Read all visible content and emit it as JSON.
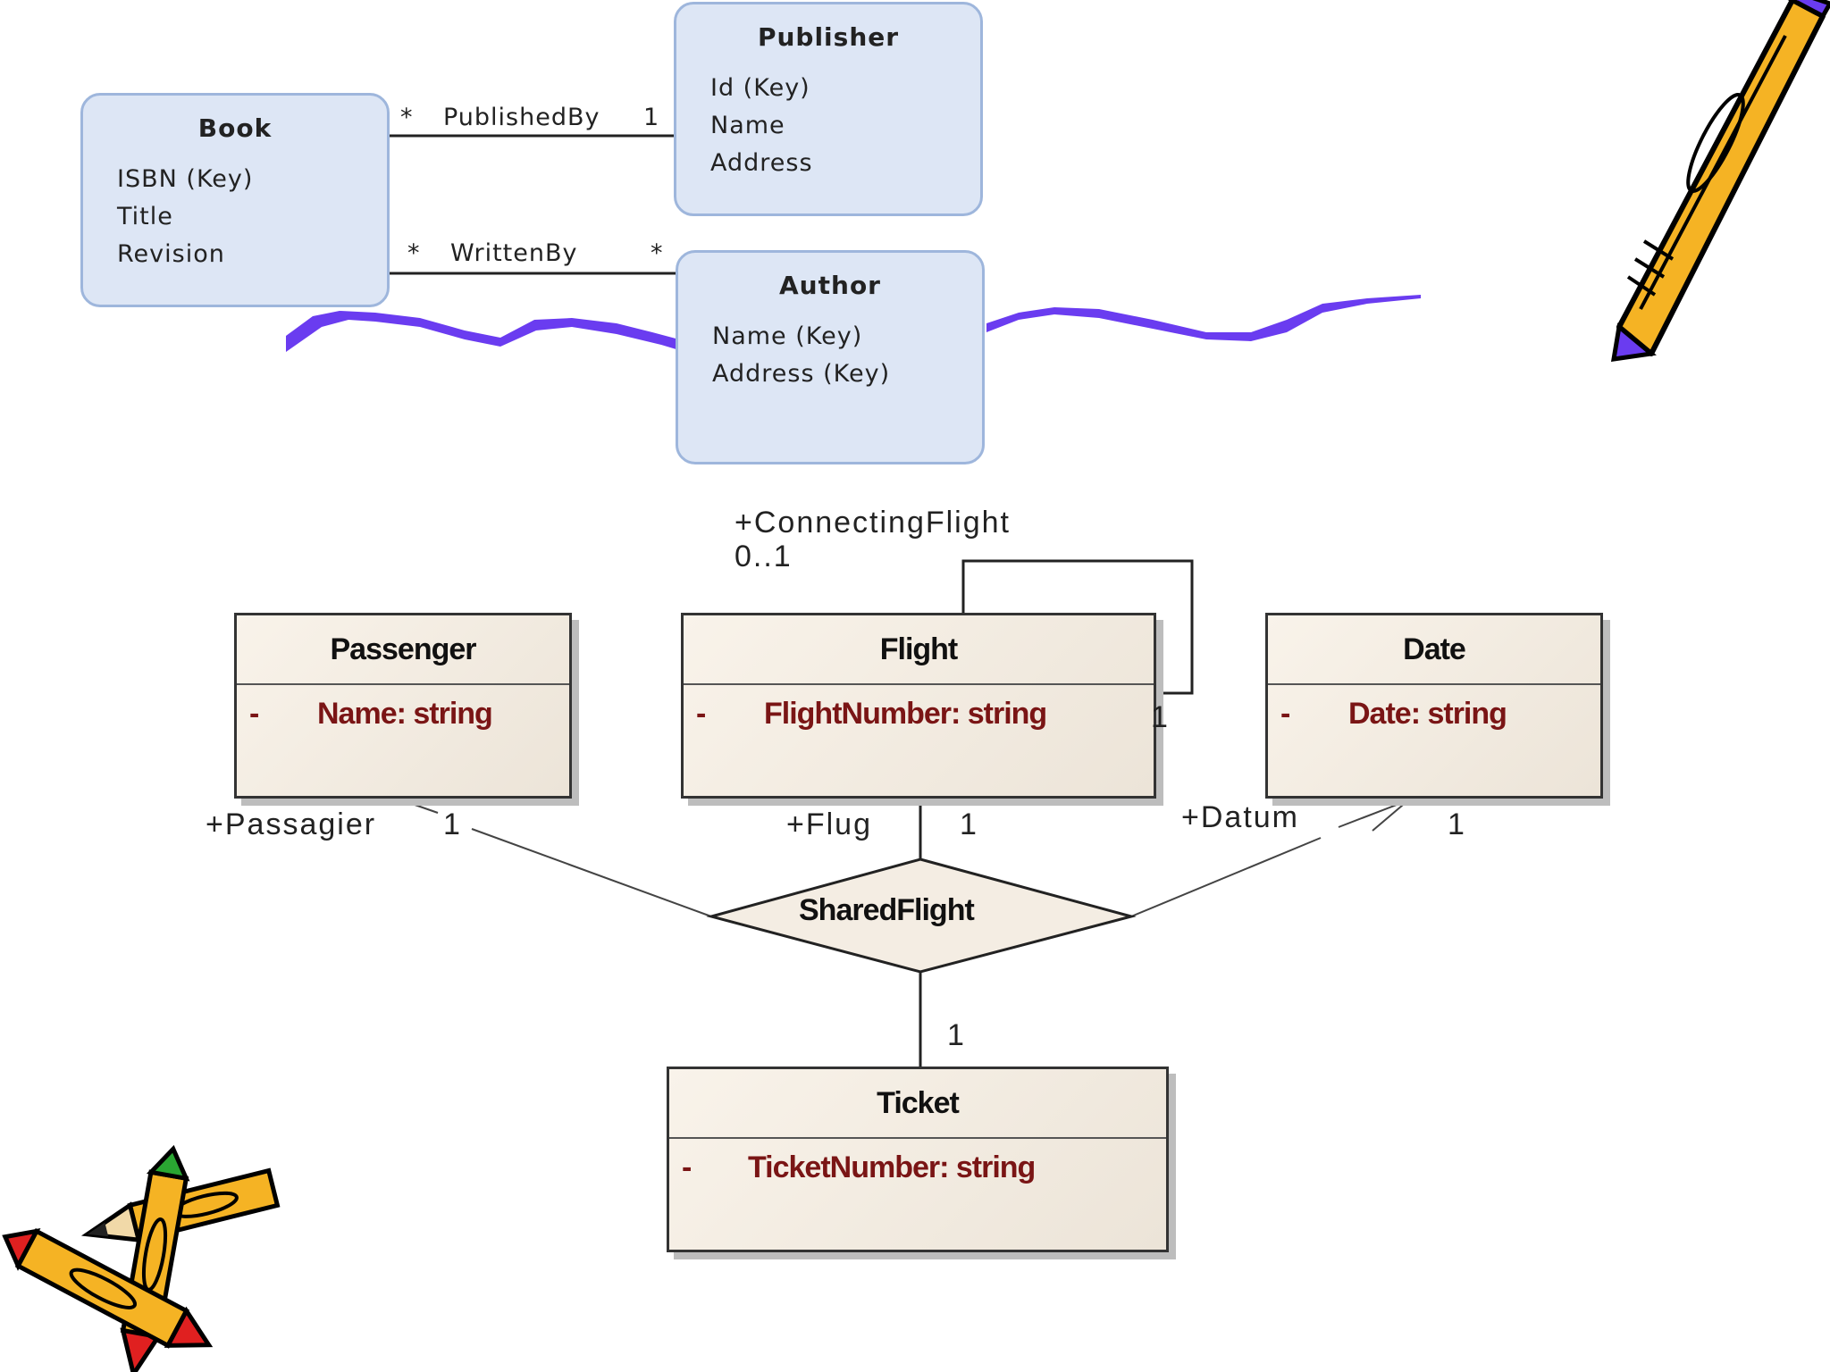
{
  "er_diagram": {
    "entities": {
      "book": {
        "name": "Book",
        "attributes": [
          "ISBN (Key)",
          "Title",
          "Revision"
        ]
      },
      "publisher": {
        "name": "Publisher",
        "attributes": [
          "Id (Key)",
          "Name",
          "Address"
        ]
      },
      "author": {
        "name": "Author",
        "attributes": [
          "Name (Key)",
          "Address (Key)"
        ]
      }
    },
    "relationships": {
      "published_by": {
        "name": "PublishedBy",
        "from_mult": "*",
        "to_mult": "1"
      },
      "written_by": {
        "name": "WrittenBy",
        "from_mult": "*",
        "to_mult": "*"
      }
    }
  },
  "uml_diagram": {
    "classes": {
      "passenger": {
        "name": "Passenger",
        "visibility": "-",
        "attribute": "Name: string"
      },
      "flight": {
        "name": "Flight",
        "visibility": "-",
        "attribute": "FlightNumber: string"
      },
      "date": {
        "name": "Date",
        "visibility": "-",
        "attribute": "Date: string"
      },
      "ticket": {
        "name": "Ticket",
        "visibility": "-",
        "attribute": "TicketNumber: string"
      }
    },
    "association": {
      "name": "SharedFlight"
    },
    "roles": {
      "connecting_flight": {
        "name": "+ConnectingFlight",
        "mult": "0..1",
        "end_mult": "1"
      },
      "passagier": {
        "name": "+Passagier",
        "mult": "1"
      },
      "flug": {
        "name": "+Flug",
        "mult": "1"
      },
      "datum": {
        "name": "+Datum",
        "mult": "1"
      },
      "ticket": {
        "mult": "1"
      }
    }
  },
  "colors": {
    "er_fill": "#dde6f5",
    "er_border": "#9eb6dc",
    "uml_fill": "#f4ede3",
    "uml_attr_text": "#7a1515",
    "scribble": "#6a3cf0",
    "pencil_body": "#f5b324"
  },
  "icons": [
    "pencil-icon",
    "crossed-pencils-icon"
  ]
}
